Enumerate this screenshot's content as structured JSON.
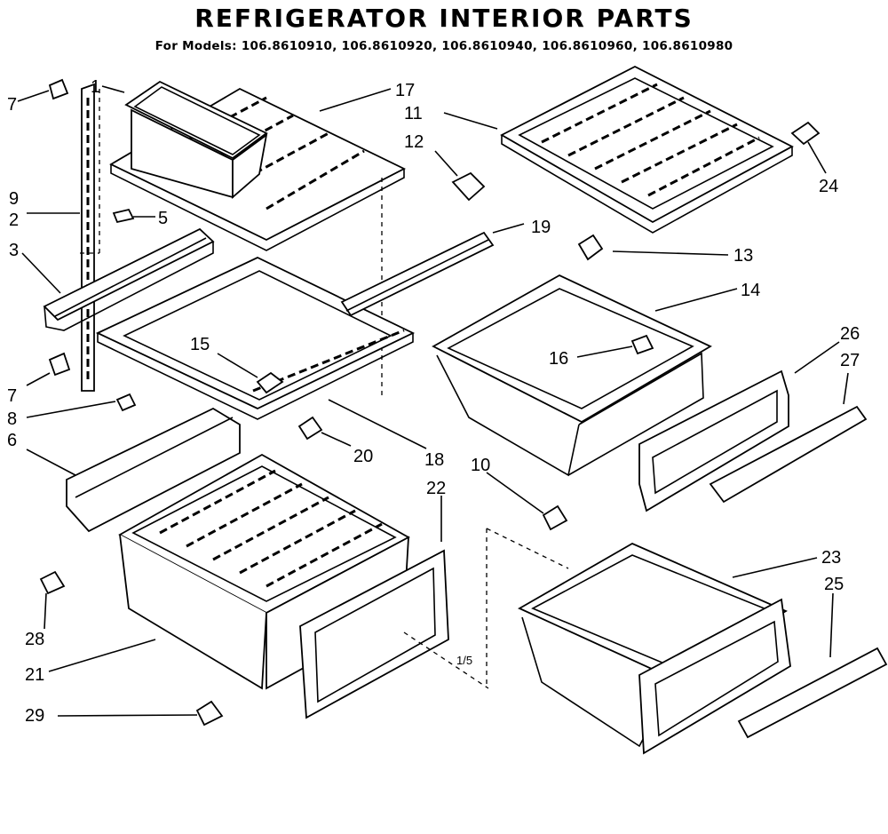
{
  "title": "REFRIGERATOR INTERIOR PARTS",
  "models": "For Models: 106.8610910, 106.8610920, 106.8610940, 106.8610960, 106.8610980",
  "footer": "1/5",
  "callouts": {
    "c1": "1",
    "c2": "2",
    "c3": "3",
    "c5": "5",
    "c6": "6",
    "c7a": "7",
    "c7b": "7",
    "c8": "8",
    "c9": "9",
    "c10": "10",
    "c11": "11",
    "c12": "12",
    "c13": "13",
    "c14": "14",
    "c15": "15",
    "c16": "16",
    "c17": "17",
    "c18": "18",
    "c19": "19",
    "c20": "20",
    "c21": "21",
    "c22": "22",
    "c23": "23",
    "c24": "24",
    "c25": "25",
    "c26": "26",
    "c27": "27",
    "c28": "28",
    "c29": "29"
  }
}
